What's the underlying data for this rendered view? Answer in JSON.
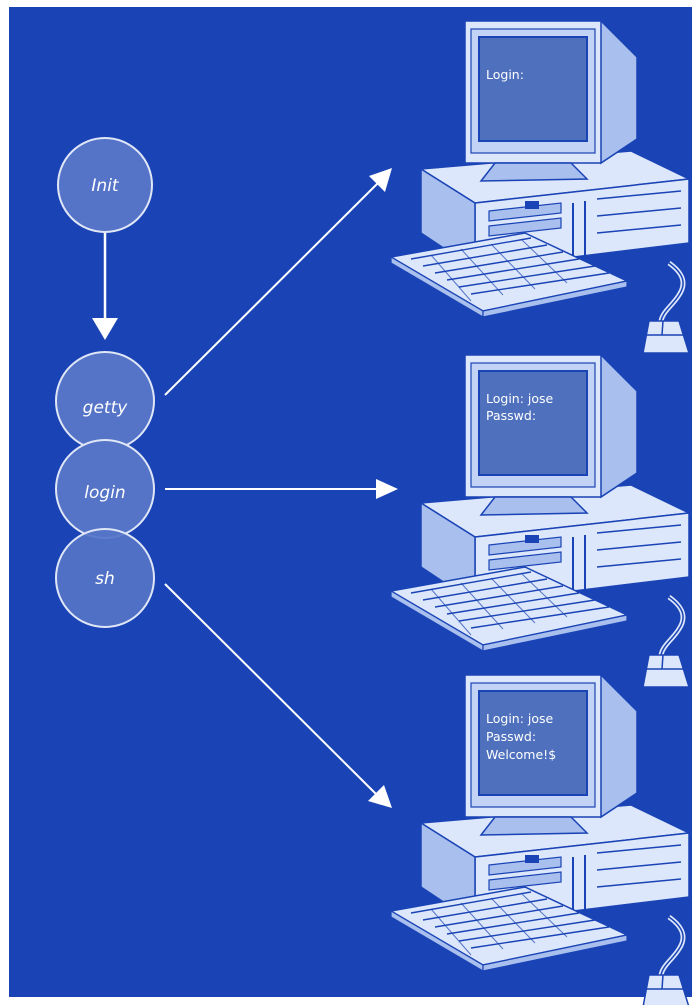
{
  "colors": {
    "background": "#1a44b5",
    "node_fill": "#5574c8",
    "node_stroke": "#dfe6f6",
    "arrow": "#ffffff",
    "computer_light": "#dde7fb",
    "computer_mid": "#a9bfee",
    "screen": "#4f71bd",
    "outline": "#1a44b5"
  },
  "nodes": [
    {
      "id": "init",
      "label": "Init"
    },
    {
      "id": "getty",
      "label": "getty"
    },
    {
      "id": "login",
      "label": "login"
    },
    {
      "id": "sh",
      "label": "sh"
    }
  ],
  "terminals": [
    {
      "lines": [
        "Login:"
      ]
    },
    {
      "lines": [
        "Login: jose",
        "Passwd:"
      ]
    },
    {
      "lines": [
        "Login: jose",
        "Passwd:",
        "Welcome!$"
      ]
    }
  ],
  "icons": {
    "computer": "desktop-computer-icon",
    "mouse": "mouse-icon",
    "keyboard": "keyboard-icon"
  }
}
